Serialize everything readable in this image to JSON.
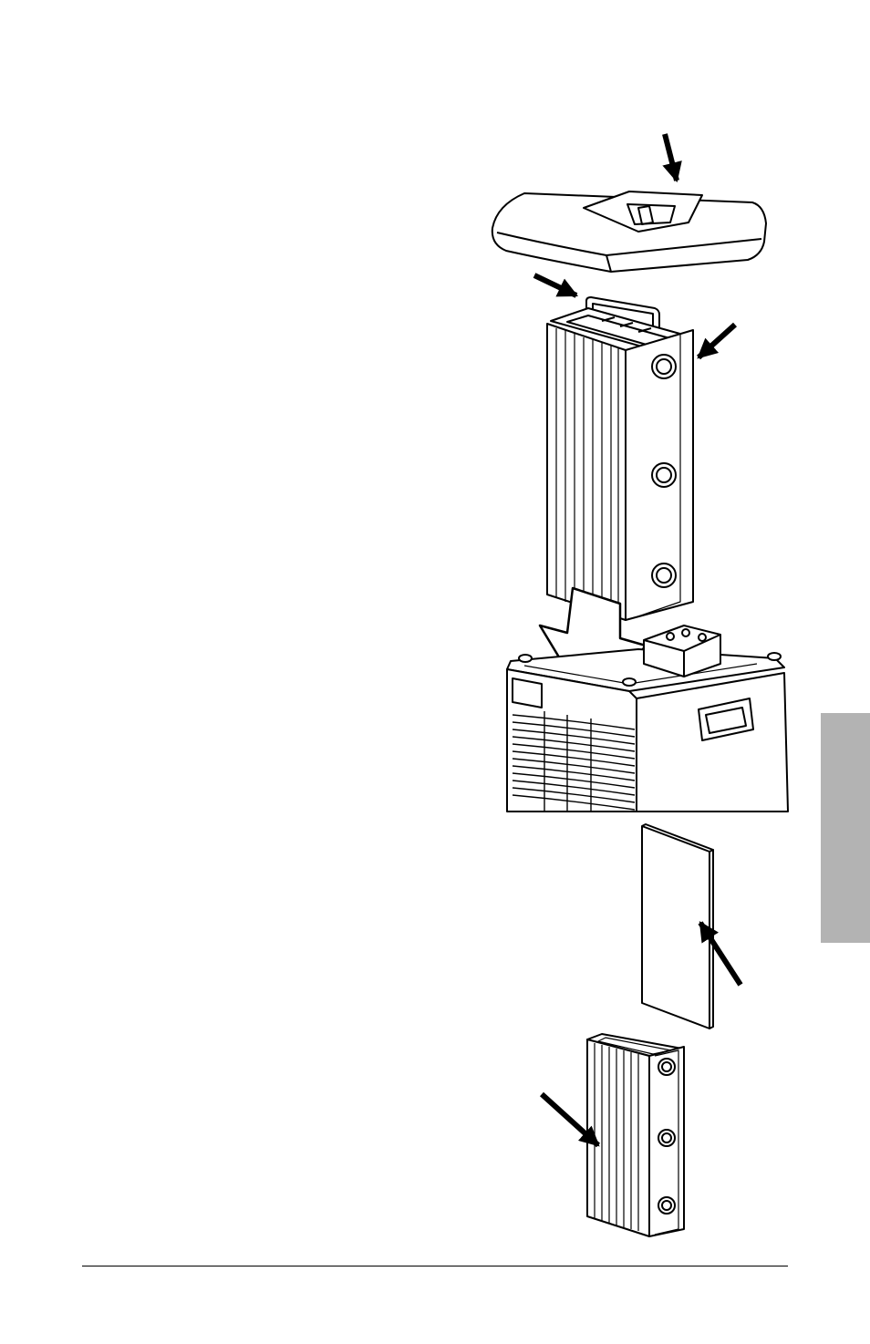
{
  "page": {
    "background": "#ffffff"
  },
  "side_tab": {
    "color": "#b3b3b3"
  },
  "illustration": {
    "line_color": "#000000",
    "fill_color": "#ffffff",
    "parts": {
      "top_cover": "top-cover",
      "filter_cartridge": "filter-cartridge",
      "base_unit": "base-unit",
      "pre_filter_sheet": "pre-filter-sheet",
      "cartridge_detail": "cartridge-detail"
    }
  }
}
